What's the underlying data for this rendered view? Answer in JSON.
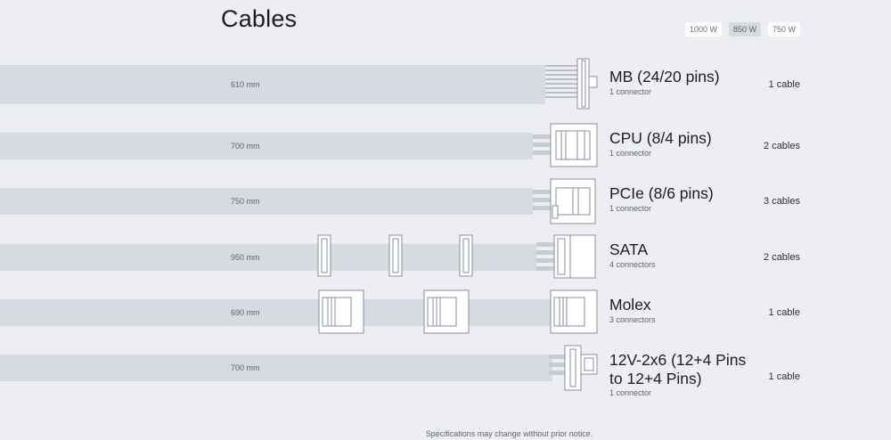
{
  "page": {
    "title": "Cables"
  },
  "wattage_options": [
    {
      "label": "1000 W",
      "active": false
    },
    {
      "label": "850 W",
      "active": true
    },
    {
      "label": "750 W",
      "active": false
    }
  ],
  "cables": [
    {
      "length": "610 mm",
      "name": "MB (24/20 pins)",
      "connectors": "1 connector",
      "cables": "1 cable"
    },
    {
      "length": "700 mm",
      "name": "CPU (8/4 pins)",
      "connectors": "1 connector",
      "cables": "2 cables"
    },
    {
      "length": "750 mm",
      "name": "PCIe (8/6 pins)",
      "connectors": "1 connector",
      "cables": "3 cables"
    },
    {
      "length": "950 mm",
      "name": "SATA",
      "connectors": "4 connectors",
      "cables": "2 cables"
    },
    {
      "length": "690 mm",
      "name": "Molex",
      "connectors": "3 connectors",
      "cables": "1 cable"
    },
    {
      "length": "700 mm",
      "name": "12V-2x6 (12+4 Pins to 12+4 Pins)",
      "connectors": "1 connector",
      "cables": "1 cable"
    }
  ],
  "footer": {
    "note": "Specifications may change without prior notice."
  },
  "colors": {
    "background": "#eceef2",
    "cable": "#d6dbe1",
    "outline": "#8a8f97"
  }
}
